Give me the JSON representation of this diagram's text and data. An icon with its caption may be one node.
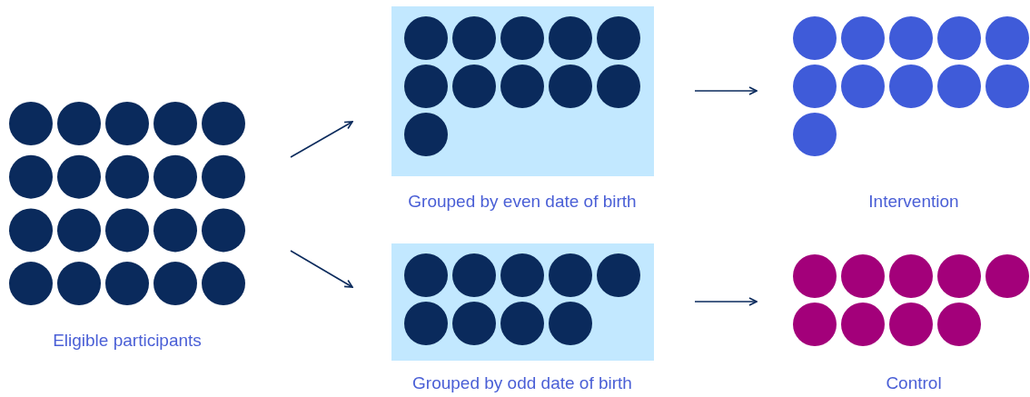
{
  "diagram": {
    "nodes": [
      {
        "text": [
          "Eligible participants"
        ]
      },
      {
        "text": [
          "Grouped by even date of birth"
        ]
      },
      {
        "text": [
          "Grouped by odd date of birth"
        ]
      },
      {
        "text": [
          "Intervention"
        ]
      },
      {
        "text": [
          "Control"
        ]
      }
    ],
    "edges": [
      {
        "from": 0,
        "to": 1,
        "arrow": "to"
      },
      {
        "from": 0,
        "to": 2,
        "arrow": "to"
      },
      {
        "from": 1,
        "to": 3,
        "arrow": "to"
      },
      {
        "from": 2,
        "to": 4,
        "arrow": "to"
      }
    ]
  }
}
